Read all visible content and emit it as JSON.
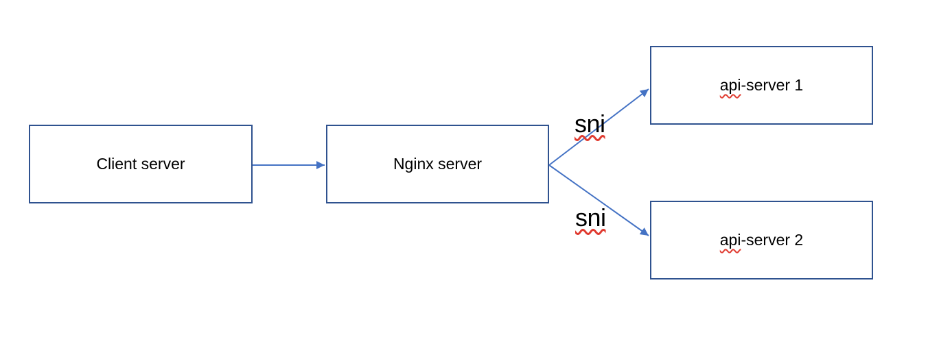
{
  "colors": {
    "background": "#FFFFFF",
    "boxBorder": "#2F528F",
    "arrow": "#4472C4",
    "squiggle": "#E03B30",
    "text": "#000000"
  },
  "diagram": {
    "nodes": [
      {
        "id": "client-server",
        "label": "Client server"
      },
      {
        "id": "nginx-server",
        "label": "Nginx server"
      },
      {
        "id": "api-server-1",
        "label_flagged": "api",
        "label_rest": "-server 1"
      },
      {
        "id": "api-server-2",
        "label_flagged": "api",
        "label_rest": "-server 2"
      }
    ],
    "edges": [
      {
        "from": "client-server",
        "to": "nginx-server"
      },
      {
        "from": "nginx-server",
        "to": "api-server-1",
        "label": "sni"
      },
      {
        "from": "nginx-server",
        "to": "api-server-2",
        "label": "sni"
      }
    ]
  }
}
